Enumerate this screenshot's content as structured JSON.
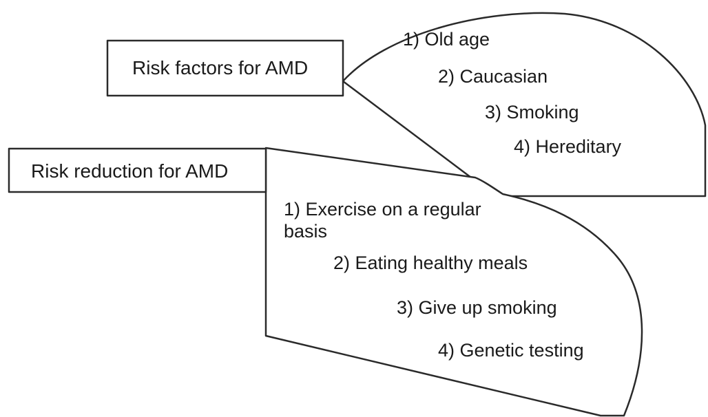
{
  "risk_factors": {
    "title": "Risk factors for AMD",
    "items": [
      "1) Old age",
      "2) Caucasian",
      "3) Smoking",
      "4) Hereditary"
    ]
  },
  "risk_reduction": {
    "title": "Risk reduction for AMD",
    "items": [
      {
        "line1": "1) Exercise on a regular",
        "line2": "basis"
      },
      "2) Eating healthy meals",
      "3) Give up smoking",
      "4) Genetic testing"
    ]
  }
}
